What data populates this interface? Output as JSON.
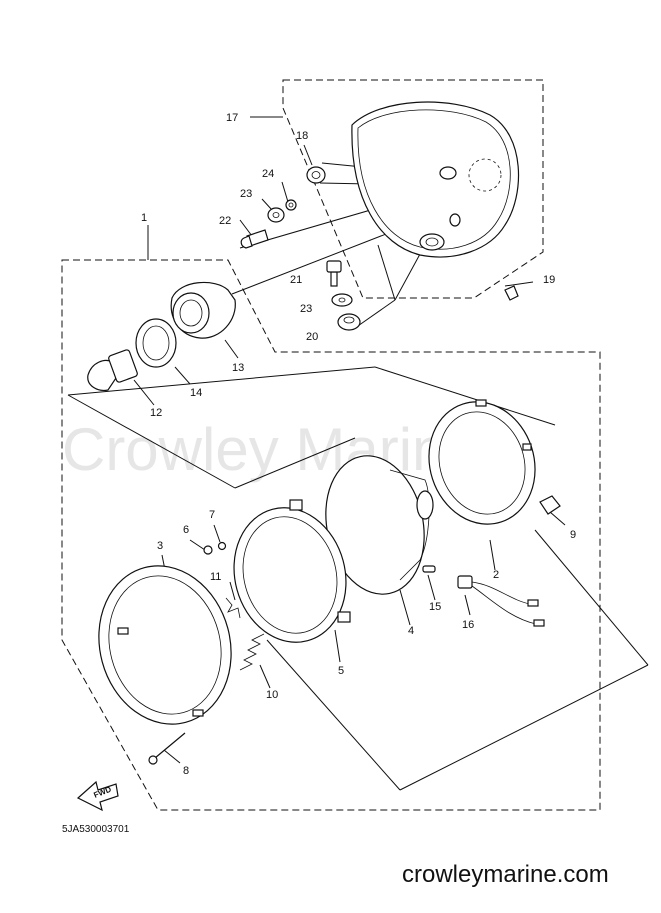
{
  "diagram": {
    "watermark": "Crowley Marine",
    "part_number": "5JA530003701",
    "brand": "crowleymarine.com",
    "fwd_label": "FWD",
    "callouts": [
      {
        "id": "17",
        "name": "callout-17"
      },
      {
        "id": "18",
        "name": "callout-18"
      },
      {
        "id": "24",
        "name": "callout-24"
      },
      {
        "id": "23",
        "name": "callout-23-upper"
      },
      {
        "id": "22",
        "name": "callout-22"
      },
      {
        "id": "1",
        "name": "callout-1"
      },
      {
        "id": "21",
        "name": "callout-21"
      },
      {
        "id": "19",
        "name": "callout-19"
      },
      {
        "id": "23",
        "name": "callout-23-lower"
      },
      {
        "id": "20",
        "name": "callout-20"
      },
      {
        "id": "13",
        "name": "callout-13"
      },
      {
        "id": "14",
        "name": "callout-14"
      },
      {
        "id": "12",
        "name": "callout-12"
      },
      {
        "id": "6",
        "name": "callout-6"
      },
      {
        "id": "7",
        "name": "callout-7"
      },
      {
        "id": "3",
        "name": "callout-3"
      },
      {
        "id": "9",
        "name": "callout-9"
      },
      {
        "id": "2",
        "name": "callout-2"
      },
      {
        "id": "11",
        "name": "callout-11"
      },
      {
        "id": "15",
        "name": "callout-15"
      },
      {
        "id": "16",
        "name": "callout-16"
      },
      {
        "id": "4",
        "name": "callout-4"
      },
      {
        "id": "5",
        "name": "callout-5"
      },
      {
        "id": "10",
        "name": "callout-10"
      },
      {
        "id": "8",
        "name": "callout-8"
      }
    ]
  }
}
